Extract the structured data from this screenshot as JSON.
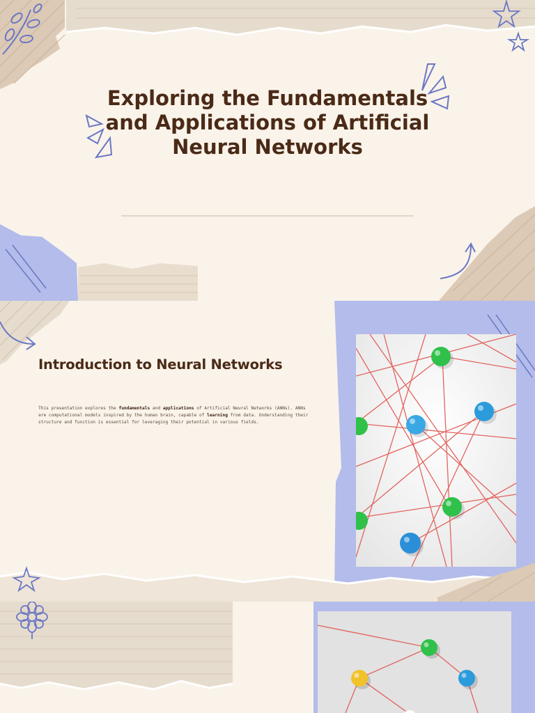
{
  "slide1": {
    "title": "Exploring the Fundamentals and Applications of Artificial Neural Networks"
  },
  "slide2": {
    "heading": "Introduction to Neural Networks",
    "paragraph": {
      "p1": "This presentation explores the ",
      "b1": "fundamentals",
      "p2": " and ",
      "b2": "applications",
      "p3": " of Artificial Neural Networks (ANNs). ANNs are computational models inspired by the human brain, capable of ",
      "b3": "learning",
      "p4": " from data. Understanding their structure and function is essential for leveraging their potential in various fields."
    }
  },
  "colors": {
    "title_brown": "#4a2a16",
    "paper": "#faf3ea",
    "tan": "#ded0bf",
    "periwinkle": "#b3bcea",
    "doodle_blue": "#6a77c4",
    "string_red": "#e0554f",
    "pin_green": "#2fc14a",
    "pin_blue": "#2b9bdc",
    "pin_yellow": "#f2c22a"
  },
  "icons": [
    "leaf-sprig-icon",
    "star-icon",
    "sparkle-lines-icon",
    "curved-arrow-icon",
    "flower-icon"
  ]
}
